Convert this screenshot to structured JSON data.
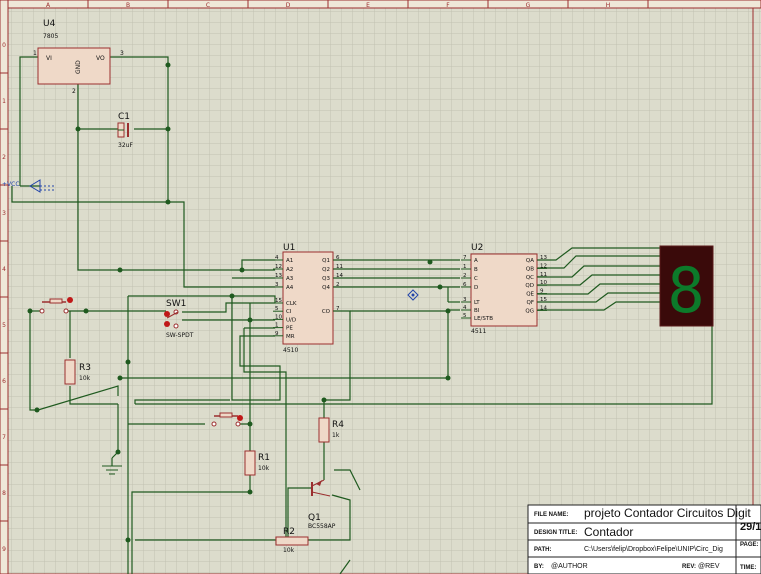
{
  "ruler": {
    "columns": [
      "A",
      "B",
      "C",
      "D",
      "E",
      "F",
      "G",
      "H"
    ],
    "rows": [
      "0",
      "1",
      "2",
      "3",
      "4",
      "5",
      "6",
      "7",
      "8",
      "9"
    ]
  },
  "components": {
    "u4": {
      "ref": "U4",
      "part": "7805",
      "pin_vi": "VI",
      "pin_vo": "VO",
      "pin_gnd": "GND",
      "n1": "1",
      "n2": "2",
      "n3": "3"
    },
    "c1": {
      "ref": "C1",
      "value": "32uF"
    },
    "vcc": {
      "label": "+VCC"
    },
    "sw1": {
      "ref": "SW1",
      "part": "SW-SPDT"
    },
    "r3": {
      "ref": "R3",
      "value": "10k"
    },
    "r1": {
      "ref": "R1",
      "value": "10k"
    },
    "r4": {
      "ref": "R4",
      "value": "1k"
    },
    "r2": {
      "ref": "R2",
      "value": "10k"
    },
    "q1": {
      "ref": "Q1",
      "part": "BC558AP"
    },
    "u1": {
      "ref": "U1",
      "part": "4510",
      "pins_left": [
        {
          "num": "4",
          "name": "A1"
        },
        {
          "num": "12",
          "name": "A2"
        },
        {
          "num": "13",
          "name": "A3"
        },
        {
          "num": "3",
          "name": "A4"
        },
        {
          "num": "15",
          "name": "CLK"
        },
        {
          "num": "5",
          "name": "CI"
        },
        {
          "num": "10",
          "name": "U/D"
        },
        {
          "num": "1",
          "name": "PE"
        },
        {
          "num": "9",
          "name": "MR"
        }
      ],
      "pins_right": [
        {
          "num": "6",
          "name": "Q1"
        },
        {
          "num": "11",
          "name": "Q2"
        },
        {
          "num": "14",
          "name": "Q3"
        },
        {
          "num": "2",
          "name": "Q4"
        },
        {
          "num": "7",
          "name": "CO"
        }
      ]
    },
    "u2": {
      "ref": "U2",
      "part": "4511",
      "pins_left": [
        {
          "num": "7",
          "name": "A"
        },
        {
          "num": "1",
          "name": "B"
        },
        {
          "num": "2",
          "name": "C"
        },
        {
          "num": "6",
          "name": "D"
        },
        {
          "num": "3",
          "name": "LT"
        },
        {
          "num": "4",
          "name": "BI"
        },
        {
          "num": "5",
          "name": "LE/STB"
        }
      ],
      "pins_right": [
        {
          "num": "13",
          "name": "QA"
        },
        {
          "num": "12",
          "name": "QB"
        },
        {
          "num": "11",
          "name": "QC"
        },
        {
          "num": "10",
          "name": "QD"
        },
        {
          "num": "9",
          "name": "QE"
        },
        {
          "num": "15",
          "name": "QF"
        },
        {
          "num": "14",
          "name": "QG"
        }
      ]
    },
    "display": {
      "digit": "8"
    }
  },
  "title_block": {
    "file_name_label": "FILE NAME:",
    "file_name": "projeto Contador Circuitos Digit",
    "design_title_label": "DESIGN TITLE:",
    "design_title": "Contador",
    "path_label": "PATH:",
    "path": "C:\\Users\\felip\\Dropbox\\Felipe\\UNIP\\Circ_Dig",
    "by_label": "BY:",
    "by": "@AUTHOR",
    "rev_label": "REV:",
    "rev": "@REV",
    "date": "29/1",
    "page_label": "PAGE:",
    "time_label": "TIME:"
  },
  "colors": {
    "grid": "#c4c4b4",
    "wire": "#1f5a1f",
    "body": "#efd9c8",
    "outline": "#9b2e2e",
    "display_bg": "#3a0a0a",
    "segment": "#0c7a2a"
  }
}
